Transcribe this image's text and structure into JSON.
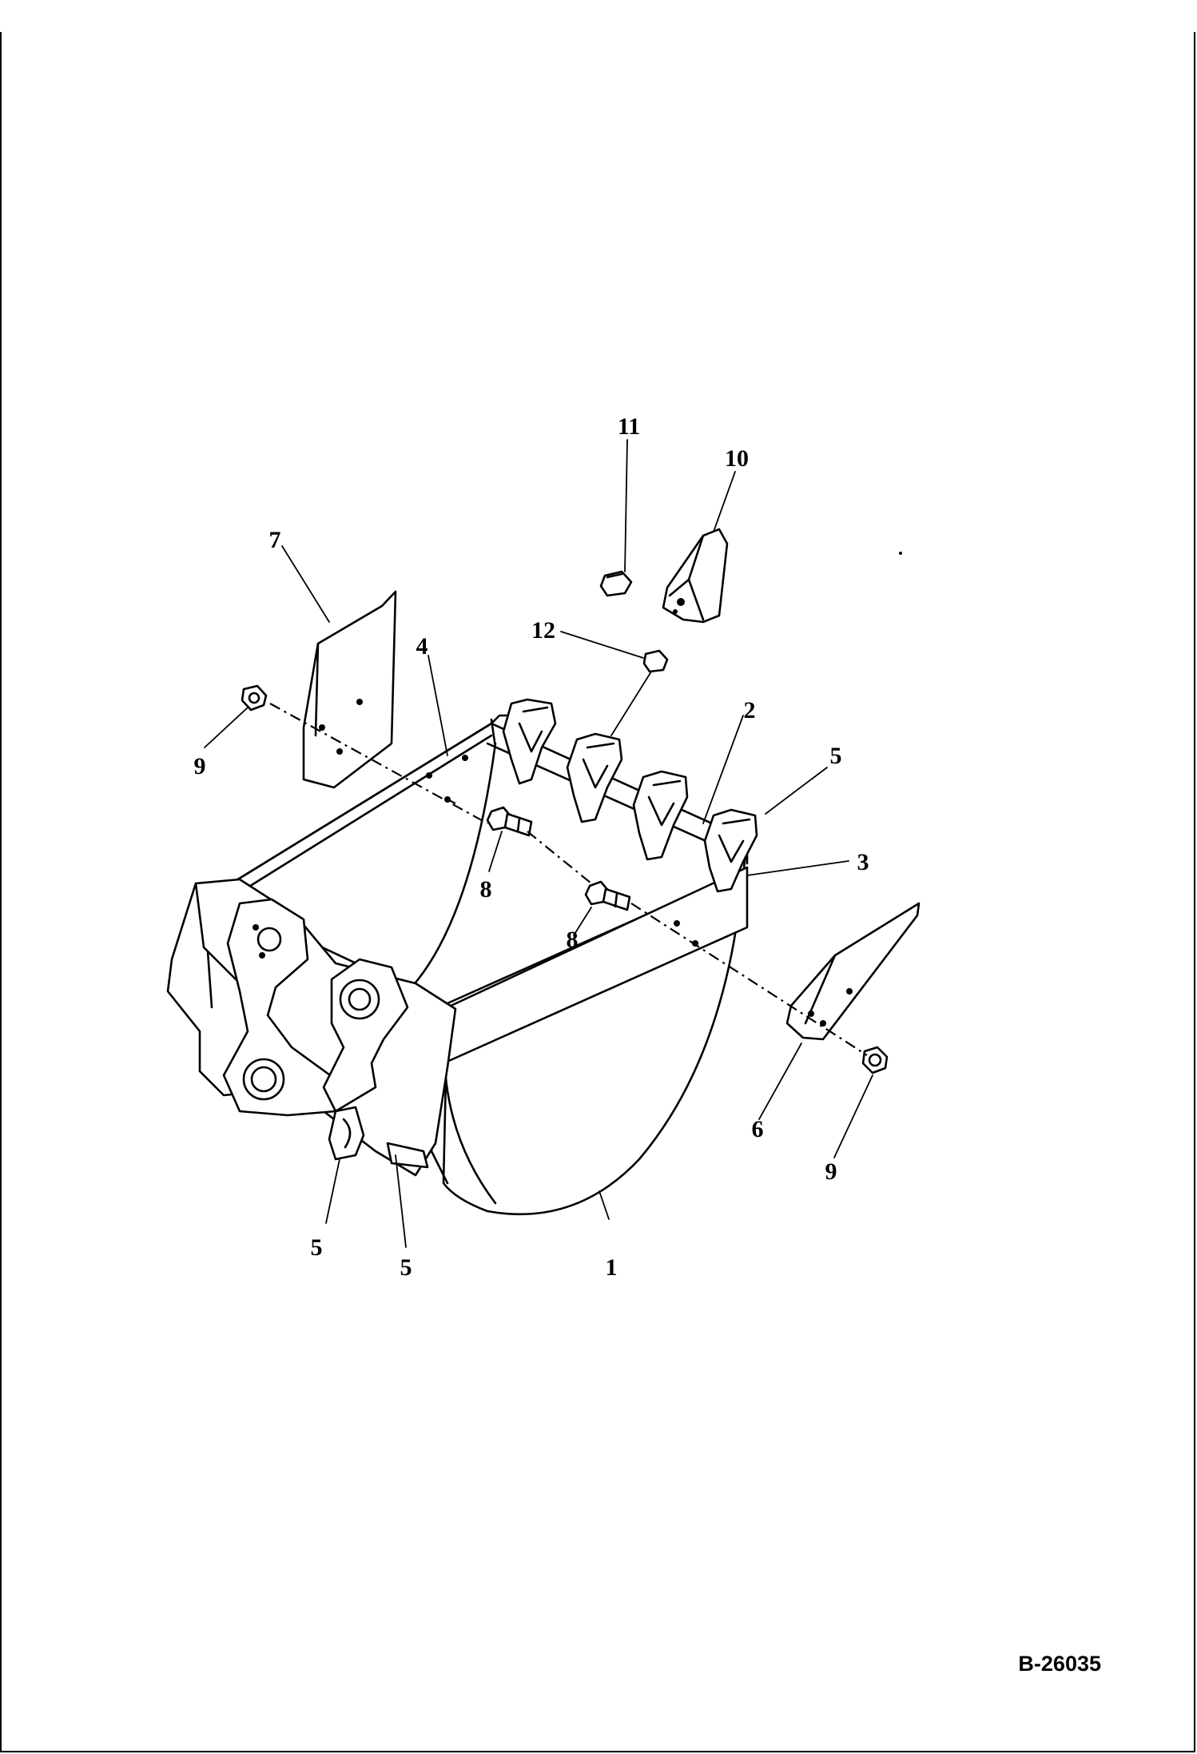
{
  "drawing_code": "B-26035",
  "callouts": [
    {
      "id": "callout-1",
      "text": "1"
    },
    {
      "id": "callout-2",
      "text": "2"
    },
    {
      "id": "callout-3",
      "text": "3"
    },
    {
      "id": "callout-4",
      "text": "4"
    },
    {
      "id": "callout-5a",
      "text": "5"
    },
    {
      "id": "callout-5b",
      "text": "5"
    },
    {
      "id": "callout-5c",
      "text": "5"
    },
    {
      "id": "callout-6",
      "text": "6"
    },
    {
      "id": "callout-7",
      "text": "7"
    },
    {
      "id": "callout-8a",
      "text": "8"
    },
    {
      "id": "callout-8b",
      "text": "8"
    },
    {
      "id": "callout-9a",
      "text": "9"
    },
    {
      "id": "callout-9b",
      "text": "9"
    },
    {
      "id": "callout-10",
      "text": "10"
    },
    {
      "id": "callout-11",
      "text": "11"
    },
    {
      "id": "callout-12",
      "text": "12"
    }
  ]
}
